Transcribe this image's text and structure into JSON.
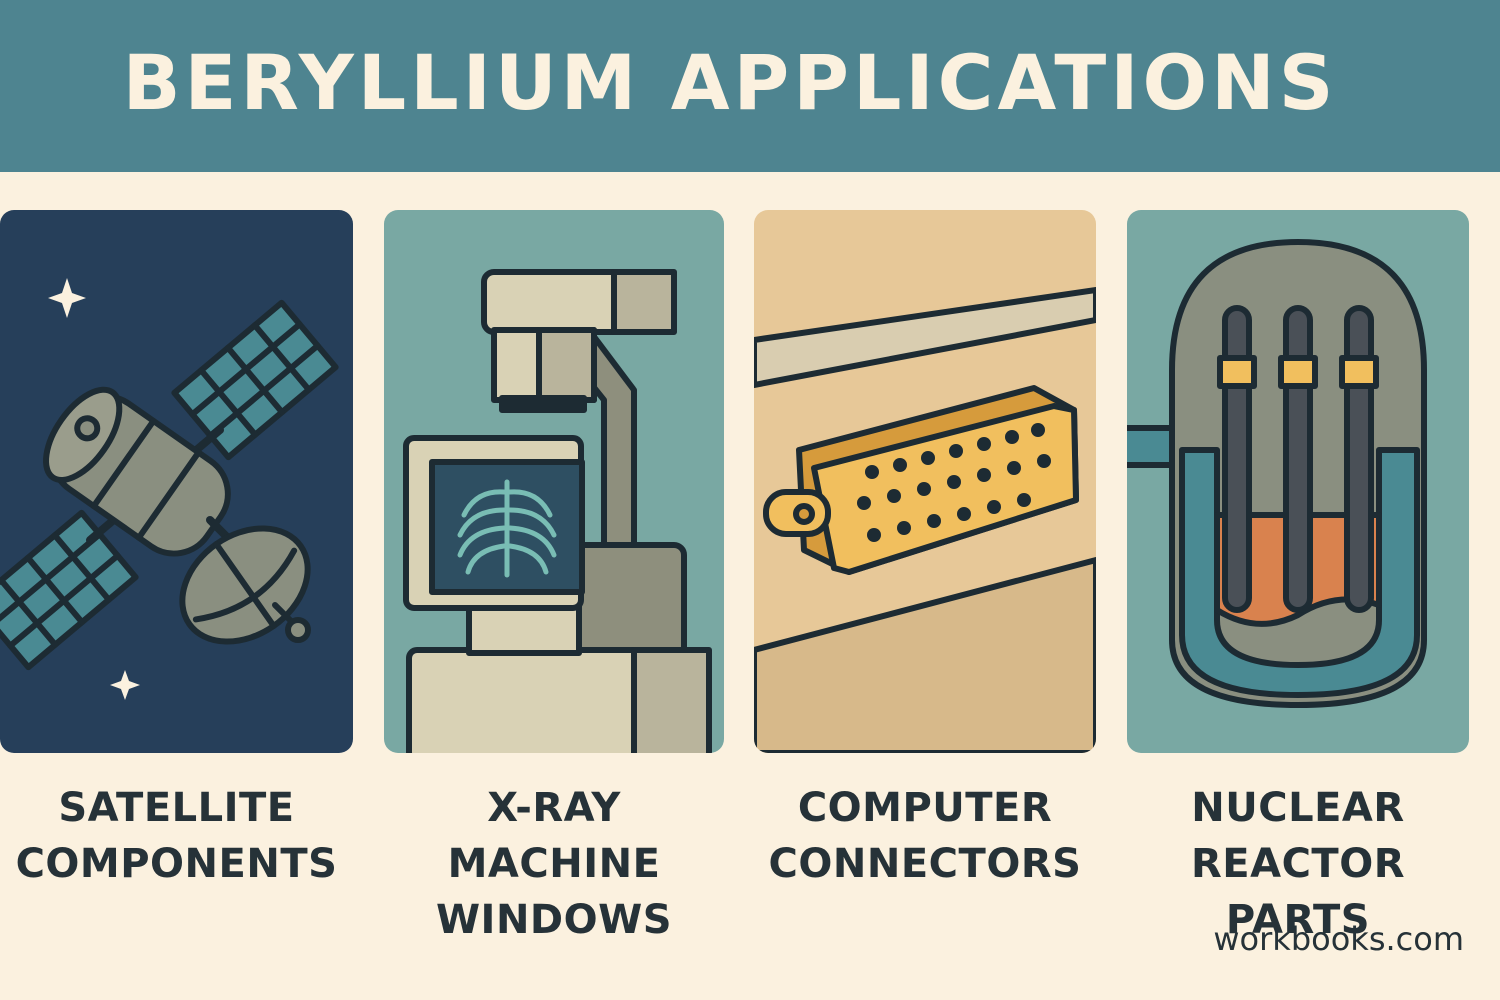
{
  "title": "BERYLLIUM APPLICATIONS",
  "applications": [
    {
      "line1": "SATELLITE",
      "line2": "COMPONENTS",
      "icon": "satellite-icon"
    },
    {
      "line1": "X-RAY MACHINE",
      "line2": "WINDOWS",
      "icon": "xray-machine-icon"
    },
    {
      "line1": "COMPUTER",
      "line2": "CONNECTORS",
      "icon": "connector-icon"
    },
    {
      "line1": "NUCLEAR",
      "line2": "REACTOR PARTS",
      "icon": "reactor-icon"
    }
  ],
  "footer": "workbooks.com",
  "colors": {
    "header": "#4e8490",
    "background": "#fbf1df",
    "text": "#263238",
    "space": "#263f5a",
    "teal_card": "#79a8a3",
    "tan_card": "#e7c898",
    "connector": "#f1bf5e",
    "molten": "#d9824e"
  }
}
